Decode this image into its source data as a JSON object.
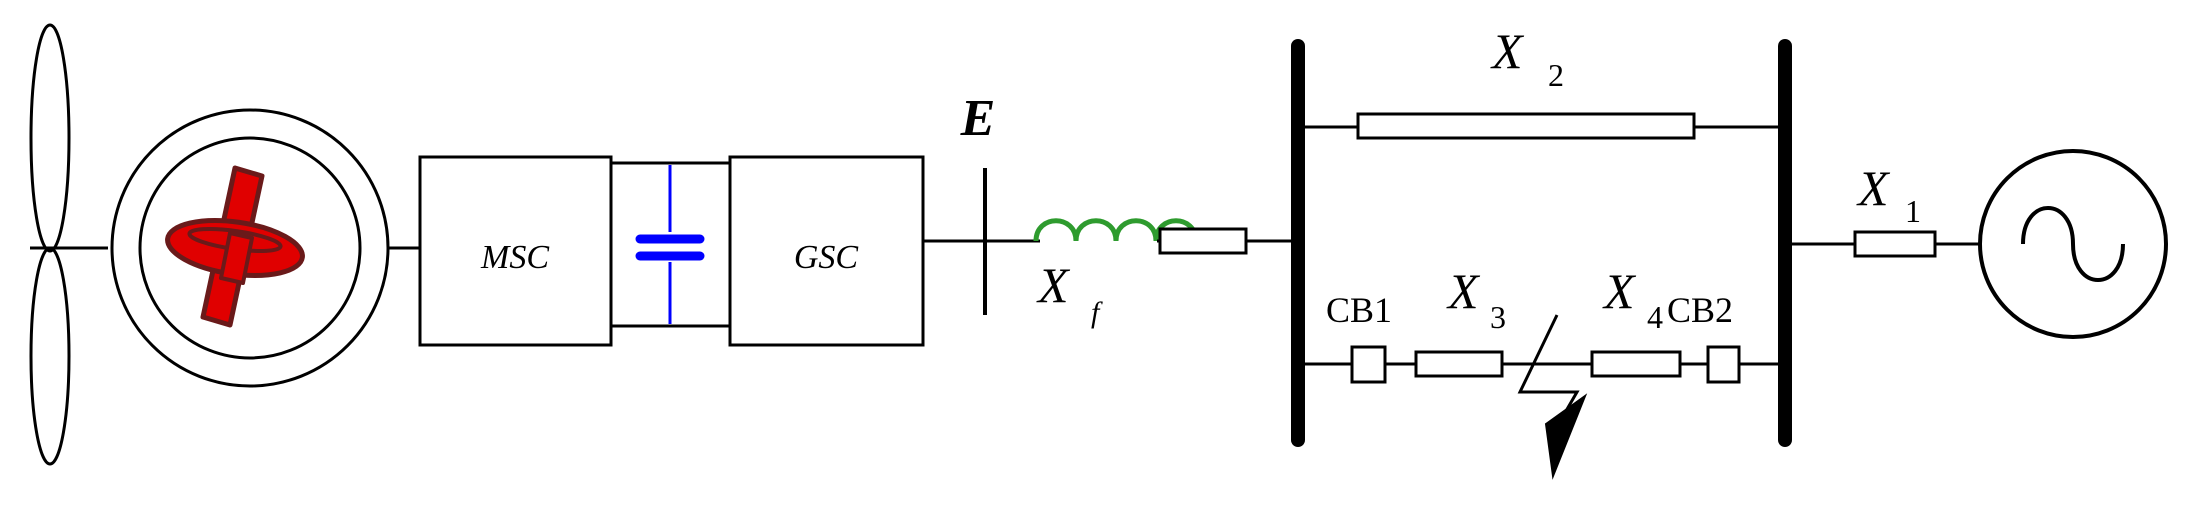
{
  "labels": {
    "msc": "MSC",
    "gsc": "GSC",
    "bus_e": "E",
    "xf_main": "X",
    "xf_sub": "f",
    "x1_main": "X",
    "x1_sub": "1",
    "x2_main": "X",
    "x2_sub": "2",
    "x3_main": "X",
    "x3_sub": "3",
    "x4_main": "X",
    "x4_sub": "4",
    "cb1": "CB1",
    "cb2": "CB2"
  },
  "colors": {
    "line": "#000000",
    "dc_capacitor": "#0000ff",
    "filter_inductor": "#2e9b2e",
    "generator_rotor": "#e00000",
    "generator_rotor_outline": "#6a1a1a"
  },
  "icons": {
    "turbine": "wind-turbine-blades-icon",
    "generator": "generator-icon",
    "grid_source": "ac-source-icon",
    "fault": "fault-lightning-icon"
  }
}
